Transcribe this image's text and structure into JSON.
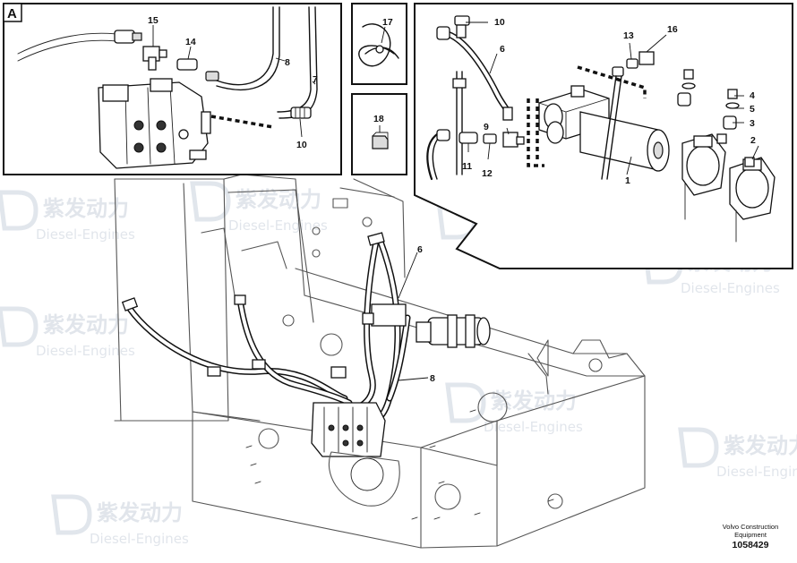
{
  "panel_letter": "A",
  "callouts": {
    "c1": "1",
    "c2": "2",
    "c3": "3",
    "c4": "4",
    "c5": "5",
    "c6_detail": "6",
    "c6_main": "6",
    "c7": "7",
    "c8_detail": "8",
    "c8_main": "8",
    "c9": "9",
    "c10_top": "10",
    "c10_a": "10",
    "c11": "11",
    "c12": "12",
    "c13": "13",
    "c14": "14",
    "c15": "15",
    "c16": "16",
    "c17": "17",
    "c18": "18"
  },
  "watermark": {
    "chinese": "紫发动力",
    "english": "Diesel-Engines"
  },
  "credit": {
    "company_line1": "Volvo Construction",
    "company_line2": "Equipment",
    "drawing_number": "1058429"
  }
}
